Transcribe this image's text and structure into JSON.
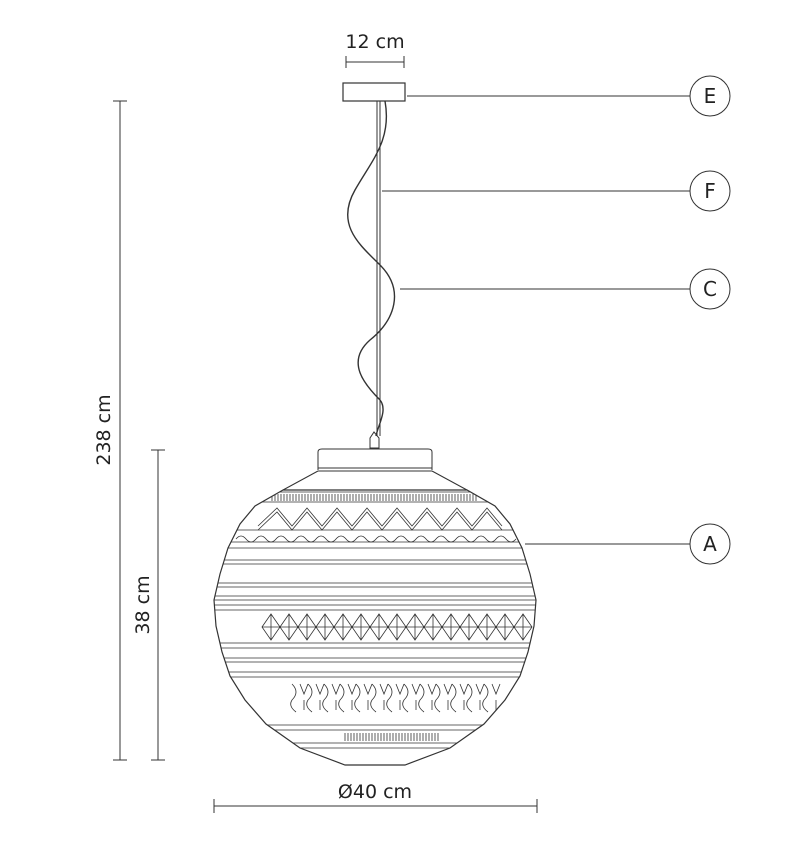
{
  "dimensions": {
    "canopy_width": "12 cm",
    "total_height": "238 cm",
    "shade_height": "38 cm",
    "shade_diameter": "Ø40 cm"
  },
  "callouts": [
    {
      "letter": "E"
    },
    {
      "letter": "F"
    },
    {
      "letter": "C"
    },
    {
      "letter": "A"
    }
  ],
  "colors": {
    "line": "#333333",
    "background": "#ffffff"
  }
}
